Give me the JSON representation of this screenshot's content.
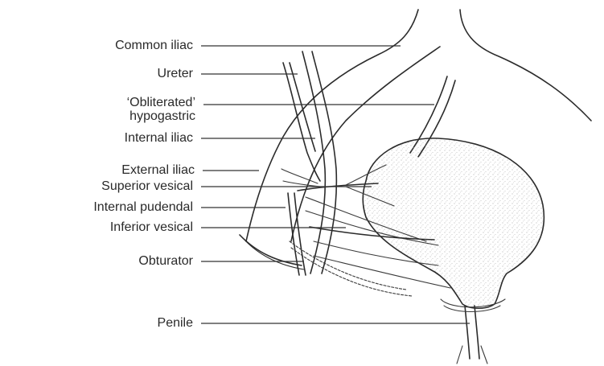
{
  "labels": {
    "common_iliac": "Common iliac",
    "ureter": "Ureter",
    "obliterated_line1": "‘Obliterated’",
    "obliterated_line2": "hypogastric",
    "internal_iliac": "Internal iliac",
    "external_iliac": "External iliac",
    "superior_vesical": "Superior vesical",
    "internal_pudendal": "Internal pudendal",
    "inferior_vesical": "Inferior vesical",
    "obturator": "Obturator",
    "penile": "Penile"
  }
}
